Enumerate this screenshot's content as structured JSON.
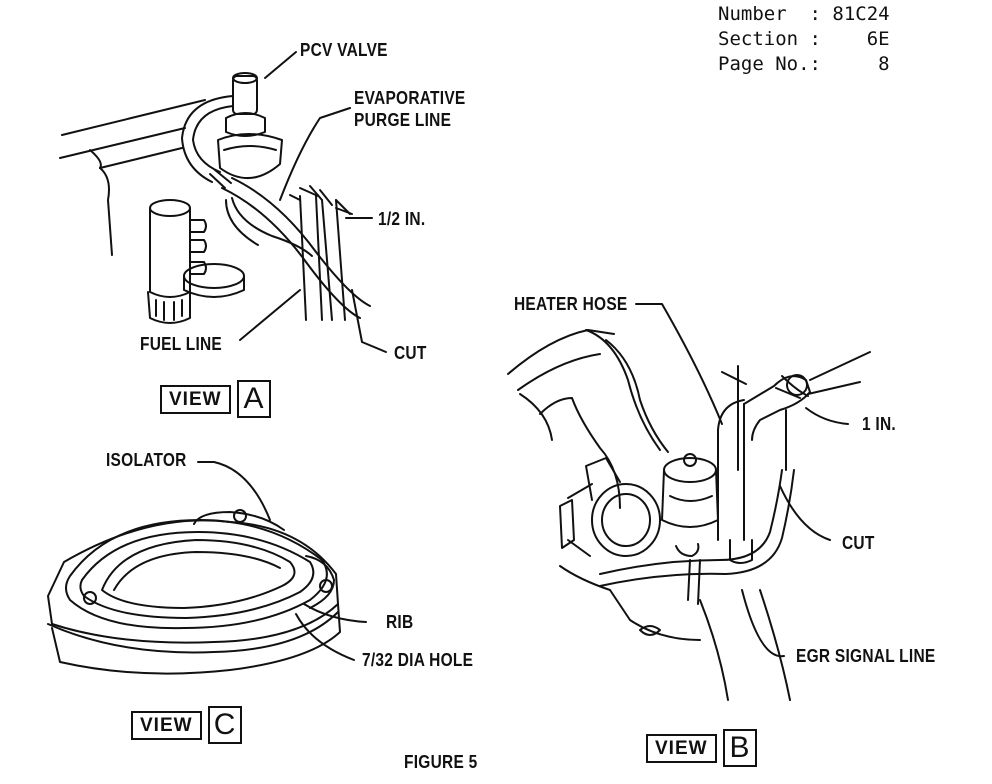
{
  "header": {
    "number_line": "Number  : 81C24",
    "section_line": "Section :    6E",
    "page_line": "Page No.:     8"
  },
  "view_a": {
    "labels": {
      "pcv_valve": "PCV VALVE",
      "evap_line1": "EVAPORATIVE",
      "evap_line2": "PURGE LINE",
      "half_inch": "1/2 IN.",
      "fuel_line": "FUEL LINE",
      "cut": "CUT"
    },
    "view_word": "VIEW",
    "view_letter": "A"
  },
  "view_b": {
    "labels": {
      "heater_hose": "HEATER HOSE",
      "one_inch": "1 IN.",
      "cut": "CUT",
      "egr_signal_line": "EGR SIGNAL LINE"
    },
    "view_word": "VIEW",
    "view_letter": "B"
  },
  "view_c": {
    "labels": {
      "isolator": "ISOLATOR",
      "rib": "RIB",
      "hole": "7/32 DIA HOLE"
    },
    "view_word": "VIEW",
    "view_letter": "C"
  },
  "figure_caption": "FIGURE 5"
}
